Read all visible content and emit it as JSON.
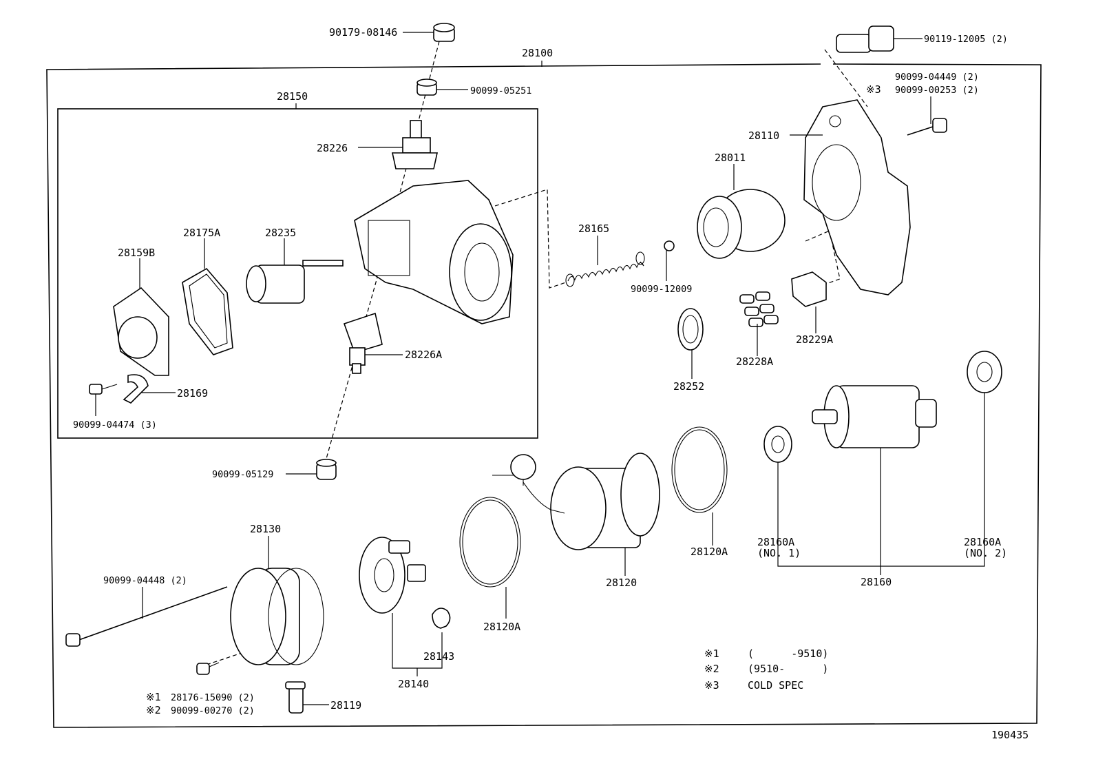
{
  "diagram": {
    "id_number": "190435",
    "labels": {
      "p90179": "90179-08146",
      "p28100": "28100",
      "p90119": "90119-12005 (2)",
      "p90099_05251": "90099-05251",
      "p28150": "28150",
      "p90099_04449": "90099-04449 (2)",
      "p90099_00253": "90099-00253 (2)",
      "m3_tag": "※3",
      "p28110": "28110",
      "p28226": "28226",
      "p28011": "28011",
      "p28165": "28165",
      "p28175A": "28175A",
      "p28235": "28235",
      "p28159B": "28159B",
      "p90099_12009": "90099-12009",
      "p28228A": "28228A",
      "p28229A": "28229A",
      "p28226A": "28226A",
      "p28252": "28252",
      "p28169": "28169",
      "p90099_04474": "90099-04474 (3)",
      "p90099_05129": "90099-05129",
      "p28130": "28130",
      "p28120": "28120",
      "p28120A_r": "28120A",
      "p28120A_b": "28120A",
      "p28160A_1": "28160A",
      "p28160A_1_no": "(NO. 1)",
      "p28160A_2": "28160A",
      "p28160A_2_no": "(NO. 2)",
      "p28160": "28160",
      "p90099_04448": "90099-04448 (2)",
      "p28143": "28143",
      "p28140": "28140",
      "p28119": "28119",
      "p28176": "28176-15090 (2)",
      "p90099_00270": "90099-00270 (2)",
      "m1_tag": "※1",
      "m2_tag": "※2"
    },
    "legend": [
      {
        "mark": "※1",
        "text": "(      -9510)"
      },
      {
        "mark": "※2",
        "text": "(9510-      )"
      },
      {
        "mark": "※3",
        "text": "COLD SPEC"
      }
    ]
  }
}
